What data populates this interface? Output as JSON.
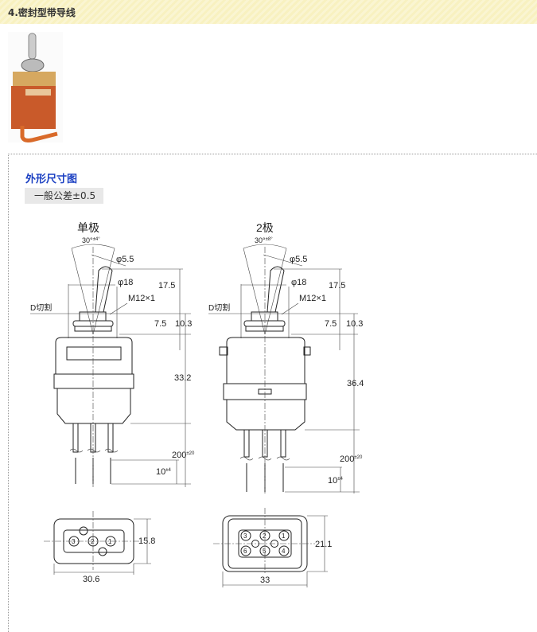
{
  "header": {
    "title": "4.密封型带导线"
  },
  "section": {
    "title": "外形尺寸图",
    "tolerance": "一般公差±0.5"
  },
  "single": {
    "title": "单极",
    "angle": "30°",
    "angle_tol": "±4°",
    "phi_lever": "φ5.5",
    "phi_body": "φ18",
    "thread": "M12×1",
    "d_cut": "D切割",
    "d175": "17.5",
    "d75": "7.5",
    "d103": "10.3",
    "d332": "33.2",
    "d200": "200",
    "d200_tol": "±20",
    "d10": "10",
    "d10_tol": "±4",
    "w": "30.6",
    "h": "15.8",
    "pins": [
      "3",
      "2",
      "1"
    ]
  },
  "double": {
    "title": "2极",
    "angle": "30°",
    "angle_tol": "±8°",
    "phi_lever": "φ5.5",
    "phi_body": "φ18",
    "thread": "M12×1",
    "d_cut": "D切割",
    "d175": "17.5",
    "d75": "7.5",
    "d103": "10.3",
    "d364": "36.4",
    "d200": "200",
    "d200_tol": "±20",
    "d10": "10",
    "d10_tol": "±4",
    "w": "33",
    "h": "21.1",
    "pins": [
      "3",
      "2",
      "1",
      "6",
      "5",
      "4"
    ]
  }
}
